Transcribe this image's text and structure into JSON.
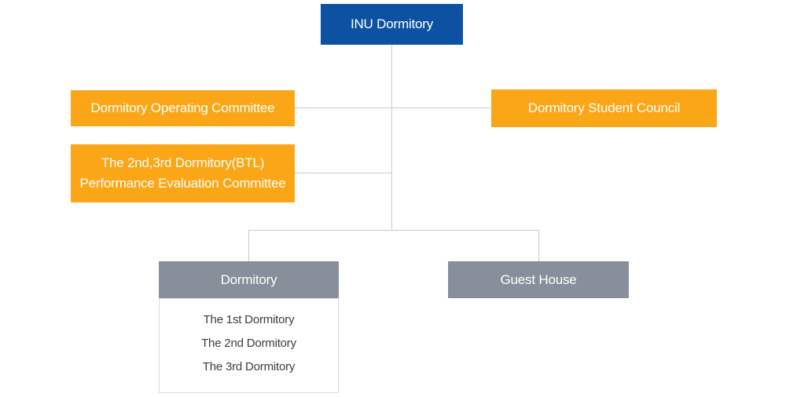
{
  "org_chart": {
    "root_label": "INU Dormitory",
    "operating_committee_label": "Dormitory Operating Committee",
    "student_council_label": "Dormitory Student Council",
    "btl_committee_line1": "The 2nd,3rd Dormitory(BTL)",
    "btl_committee_line2": "Performance Evaluation Committee",
    "dormitory_group_label": "Dormitory",
    "guest_house_label": "Guest House",
    "dormitory_items": [
      "The 1st Dormitory",
      "The 2nd Dormitory",
      "The 3rd Dormitory"
    ]
  },
  "colors": {
    "root_box": "#0d52a2",
    "committee_box": "#faa616",
    "group_box": "#87909a",
    "connector_line": "#c9c9c9",
    "list_border": "#dddddd",
    "list_text": "#3c3c3c",
    "box_text": "#ffffff",
    "background": "#ffffff"
  }
}
